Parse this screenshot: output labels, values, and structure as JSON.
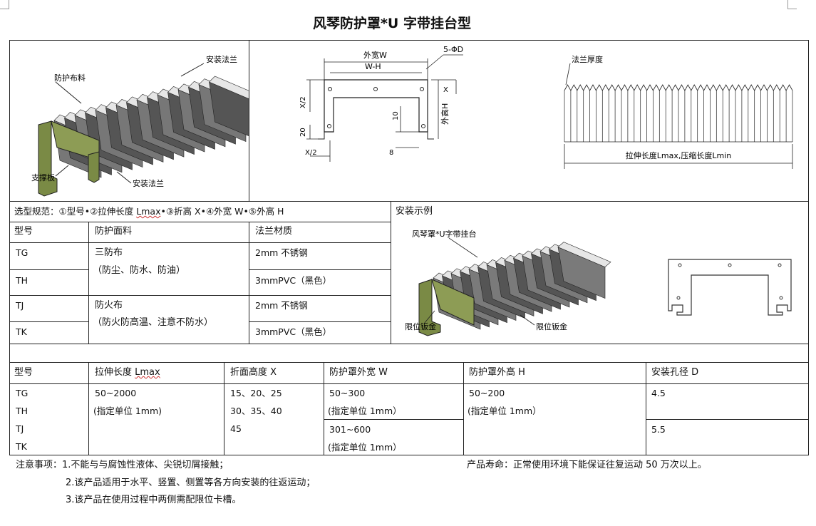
{
  "title": "风琴防护罩*U 字带挂台型",
  "diagram": {
    "iso_labels": {
      "flange_top": "安装法兰",
      "cloth": "防护布料",
      "support": "支撑板",
      "flange_bottom": "安装法兰"
    },
    "front_labels": {
      "outer_width": "外宽W",
      "inner": "W-H",
      "holes": "5-ΦD",
      "x_half_left": "X/2",
      "dim20": "20",
      "dim10": "10",
      "outer_height": "外高H",
      "x_half_bottom": "X/2",
      "dim8": "8",
      "x": "X"
    },
    "side_labels": {
      "flange_thickness": "法兰厚度",
      "length": "拉伸长度Lmax,压缩长度Lmin"
    }
  },
  "spec": {
    "selection": "选型规范：①型号•②拉伸长度 Lmax•③折高 X•④外宽 W•⑤外高 H",
    "headers": [
      "型号",
      "防护面料",
      "法兰材质"
    ],
    "models": [
      "TG",
      "TH",
      "TJ",
      "TK"
    ],
    "fabric1": "三防布",
    "fabric1_note": "（防尘、防水、防油）",
    "fabric2": "防火布",
    "fabric2_note": "（防火防高温、注意不防水）",
    "flange": [
      "2mm 不锈钢",
      "3mmPVC（黑色）",
      "2mm 不锈钢",
      "3mmPVC（黑色）"
    ]
  },
  "install": {
    "title": "安装示例",
    "label_top": "风琴罩*U字带挂台",
    "label_left": "限位钣金",
    "label_right": "限位钣金"
  },
  "dims": {
    "headers": [
      "型号",
      "拉伸长度 Lmax",
      "折面高度 X",
      "防护罩外宽 W",
      "防护罩外高 H",
      "安装孔径 D"
    ],
    "models": [
      "TG",
      "TH",
      "TJ",
      "TK"
    ],
    "length_range": "50~2000",
    "unit": "(指定单位 1mm)",
    "fold_heights_1": "15、20、25",
    "fold_heights_2": "30、35、40",
    "fold_heights_3": "45",
    "width_range_1": "50~300",
    "width_unit_1": "(指定单位 1mm）",
    "width_range_2": "301~600",
    "width_unit_2": "(指定单位 1mm）",
    "height_range": "50~200",
    "height_unit": "(指定单位 1mm）",
    "hole_1": "4.5",
    "hole_2": "5.5"
  },
  "notes": {
    "line1": "注意事项：1.不能与与腐蚀性液体、尖锐切屑接触；",
    "line2": "2.该产品适用于水平、竖置、侧置等各方向安装的往返运动；",
    "line3": "3.该产品在使用过程中两侧需配限位卡槽。",
    "life": "产品寿命：正常使用环境下能保证往复运动 50 万次以上。"
  }
}
